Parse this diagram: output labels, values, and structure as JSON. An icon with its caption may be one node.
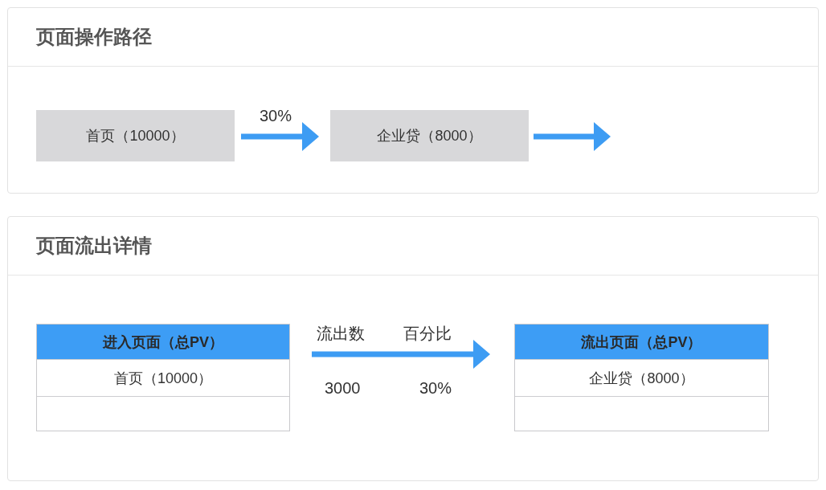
{
  "diagram": {
    "nodes": [
      {
        "text": [
          "页面操作路径"
        ]
      },
      {
        "text": [
          "首页（10000）"
        ],
        "in": 0
      },
      {
        "text": [
          "企业贷（8000）"
        ],
        "in": 0
      },
      {
        "text": [
          "页面流出详情"
        ]
      },
      {
        "text": [
          "进入页面（总PV）",
          "首页（10000）"
        ],
        "in": 3
      },
      {
        "text": [
          "流出页面（总PV）",
          "企业贷（8000）"
        ],
        "in": 3
      }
    ],
    "edges": [
      {
        "from": 1,
        "to": 2,
        "arrow": "to",
        "label": "30%"
      },
      {
        "from": 2,
        "to": null,
        "arrow": "to"
      },
      {
        "from": 4,
        "to": 5,
        "arrow": "to"
      }
    ],
    "labels": [
      "流出数",
      "百分比",
      "3000",
      "30%"
    ]
  }
}
